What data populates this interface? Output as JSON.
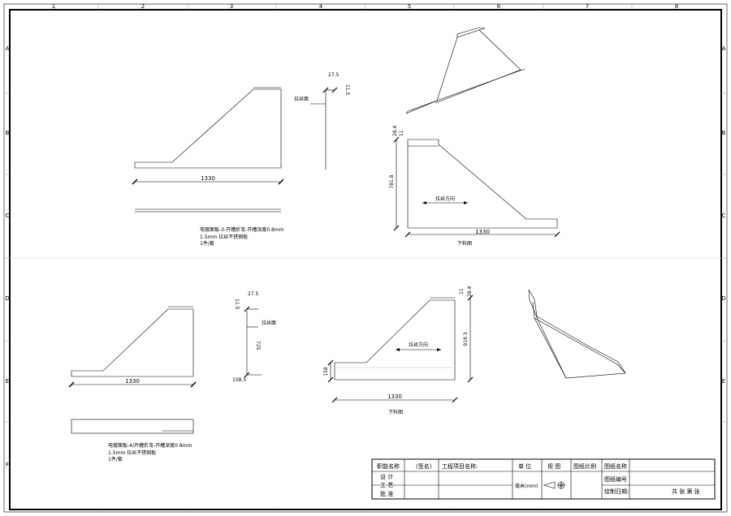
{
  "grid_labels": {
    "columns": [
      "1",
      "2",
      "3",
      "4",
      "5",
      "6",
      "7",
      "8"
    ],
    "rows": [
      "A",
      "B",
      "C",
      "D",
      "E",
      "F"
    ]
  },
  "drawing1": {
    "front_width": "1330",
    "brushed_face": "拉丝面",
    "dim_top": "27.5",
    "dim_side": "11.5",
    "note_line1": "电镀面板-3-开槽折弯-开槽深度0.8mm",
    "note_line2": "1.5mm 拉丝不锈钢板",
    "note_line3": "1件/套",
    "blank_height": "781.8",
    "blank_dim_a": "28.4",
    "blank_dim_b": "11",
    "blank_width": "1330",
    "grain_direction": "拉丝方向",
    "blank_caption": "下料图"
  },
  "drawing2": {
    "front_width": "1330",
    "dim_top": "27.5",
    "dim_left": "11.5",
    "dim_height": "725",
    "dim_bottom": "158.5",
    "brushed_face": "拉丝面",
    "note_line1": "电镀面板-4/开槽折弯-开槽深度0.8mm",
    "note_line2": "1.5mm 拉丝不锈钢板",
    "note_line3": "1件/套",
    "blank_dim_a": "11",
    "blank_dim_b": "28.4",
    "blank_height": "919.3",
    "blank_left": "158",
    "blank_width": "1330",
    "grain_direction": "拉丝方向",
    "blank_caption": "下料图"
  },
  "title_block": {
    "role_designer_name": "职能名称",
    "signature": "(签名)",
    "project_name_label": "工程项目名称:",
    "unit_label": "单 位",
    "view_label": "视 图",
    "scale_label": "图纸比例",
    "drawing_name_label": "图纸名称",
    "drawing_number_label": "图纸编号",
    "draw_date_label": "绘制日期:",
    "sheets_label": "共    张 第    张",
    "design_label": "设 计",
    "process_label": "工 艺",
    "approve_label": "批 准",
    "unit_value": "毫米(mm)"
  }
}
